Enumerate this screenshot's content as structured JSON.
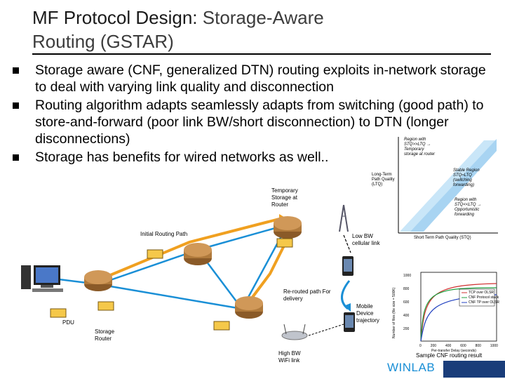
{
  "slide": {
    "title_part1": "MF Protocol Design: ",
    "title_part2": "Storage-Aware",
    "title_line2": "Routing (GSTAR)",
    "bullets": [
      "Storage aware (CNF, generalized DTN) routing exploits in-network storage to deal with varying link quality and disconnection",
      "Routing algorithm adapts seamlessly adapts from switching (good path) to store-and-forward (poor link BW/short disconnection) to DTN (longer disconnections)",
      "Storage has benefits for wired networks as well.."
    ]
  },
  "diagram": {
    "labels": {
      "temp_storage": "Temporary Storage at Router",
      "initial_path": "Initial Routing Path",
      "low_bw": "Low BW cellular link",
      "rerouted": "Re-routed path For delivery",
      "mobile": "Mobile Device trajectory",
      "pdu": "PDU",
      "storage_router": "Storage Router",
      "high_bw": "High BW WiFi link"
    }
  },
  "region_plot": {
    "ylabel": "Long-Term Path Quality (LTQ)",
    "xlabel": "Short Term Path Quality (STQ)",
    "region_top": "Region with STQ>>LTQ → Temporary storage at router",
    "region_mid": "Stable Region STQ≈LTQ (switching forwarding)",
    "region_bot": "Region with STQ<<LTQ → Opportunistic forwarding"
  },
  "result_chart": {
    "ylabel": "Number of files (file size = 500K)",
    "xlabel": "Per-transfer Delay (seconds)",
    "yticks": [
      "1000",
      "800",
      "600",
      "400",
      "200",
      "0"
    ],
    "xticks": [
      "0",
      "200",
      "400",
      "600",
      "800",
      "1000"
    ],
    "legend": [
      "TCP over OLSR",
      "CNF Protocol stack",
      "CNF TP over OLSR"
    ],
    "caption": "Sample CNF routing result"
  },
  "footer": {
    "brand": "WINLAB"
  },
  "colors": {
    "brand": "#1a8fd6",
    "footer_bar": "#1a3d7a",
    "router": "#b07a3c",
    "link": "#1a8fd6"
  }
}
